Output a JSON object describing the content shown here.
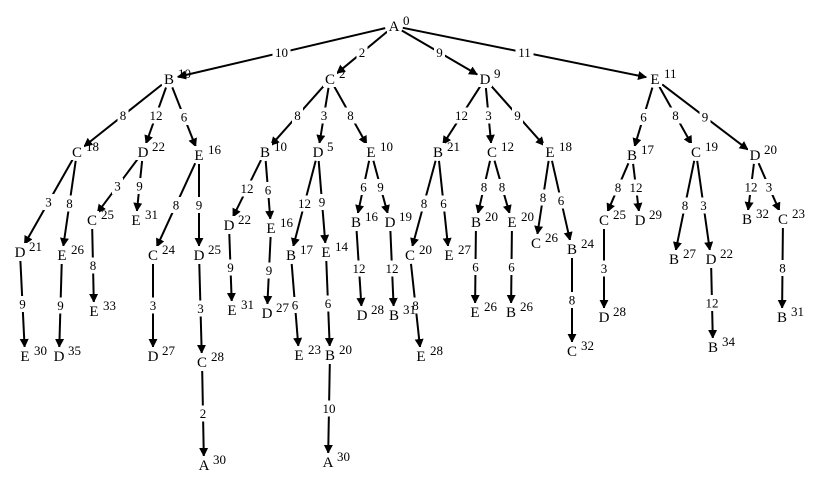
{
  "tree": {
    "nodes": [
      {
        "id": "n0",
        "city": "A",
        "cost": "0"
      },
      {
        "id": "n1",
        "city": "B",
        "cost": "10"
      },
      {
        "id": "n2",
        "city": "C",
        "cost": "2"
      },
      {
        "id": "n3",
        "city": "D",
        "cost": "9"
      },
      {
        "id": "n4",
        "city": "E",
        "cost": "11"
      },
      {
        "id": "n5",
        "city": "C",
        "cost": "18"
      },
      {
        "id": "n6",
        "city": "D",
        "cost": "22"
      },
      {
        "id": "n7",
        "city": "E",
        "cost": "16"
      },
      {
        "id": "n8",
        "city": "B",
        "cost": "10"
      },
      {
        "id": "n9",
        "city": "D",
        "cost": "5"
      },
      {
        "id": "n10",
        "city": "E",
        "cost": "10"
      },
      {
        "id": "n11",
        "city": "B",
        "cost": "21"
      },
      {
        "id": "n12",
        "city": "C",
        "cost": "12"
      },
      {
        "id": "n13",
        "city": "E",
        "cost": "18"
      },
      {
        "id": "n14",
        "city": "B",
        "cost": "17"
      },
      {
        "id": "n15",
        "city": "C",
        "cost": "19"
      },
      {
        "id": "n16",
        "city": "D",
        "cost": "20"
      },
      {
        "id": "n17",
        "city": "D",
        "cost": "21"
      },
      {
        "id": "n18",
        "city": "E",
        "cost": "26"
      },
      {
        "id": "n19",
        "city": "C",
        "cost": "25"
      },
      {
        "id": "n20",
        "city": "E",
        "cost": "31"
      },
      {
        "id": "n21",
        "city": "C",
        "cost": "24"
      },
      {
        "id": "n22",
        "city": "D",
        "cost": "25"
      },
      {
        "id": "n23",
        "city": "D",
        "cost": "22"
      },
      {
        "id": "n24",
        "city": "E",
        "cost": "16"
      },
      {
        "id": "n25",
        "city": "B",
        "cost": "17"
      },
      {
        "id": "n26",
        "city": "E",
        "cost": "14"
      },
      {
        "id": "n27",
        "city": "B",
        "cost": "16"
      },
      {
        "id": "n28",
        "city": "D",
        "cost": "19"
      },
      {
        "id": "n29",
        "city": "C",
        "cost": "20"
      },
      {
        "id": "n30",
        "city": "E",
        "cost": "27"
      },
      {
        "id": "n31",
        "city": "B",
        "cost": "20"
      },
      {
        "id": "n32",
        "city": "E",
        "cost": "20"
      },
      {
        "id": "n33",
        "city": "C",
        "cost": "26"
      },
      {
        "id": "n34",
        "city": "B",
        "cost": "24"
      },
      {
        "id": "n35",
        "city": "C",
        "cost": "25"
      },
      {
        "id": "n36",
        "city": "D",
        "cost": "29"
      },
      {
        "id": "n37",
        "city": "B",
        "cost": "27"
      },
      {
        "id": "n38",
        "city": "D",
        "cost": "22"
      },
      {
        "id": "n39",
        "city": "B",
        "cost": "32"
      },
      {
        "id": "n40",
        "city": "C",
        "cost": "23"
      },
      {
        "id": "n41",
        "city": "E",
        "cost": "30"
      },
      {
        "id": "n42",
        "city": "D",
        "cost": "35"
      },
      {
        "id": "n43",
        "city": "E",
        "cost": "33"
      },
      {
        "id": "n44",
        "city": "D",
        "cost": "27"
      },
      {
        "id": "n45",
        "city": "C",
        "cost": "28"
      },
      {
        "id": "n46",
        "city": "E",
        "cost": "31"
      },
      {
        "id": "n47",
        "city": "D",
        "cost": "27"
      },
      {
        "id": "n48",
        "city": "E",
        "cost": "23"
      },
      {
        "id": "n49",
        "city": "B",
        "cost": "20"
      },
      {
        "id": "n50",
        "city": "D",
        "cost": "28"
      },
      {
        "id": "n51",
        "city": "B",
        "cost": "31"
      },
      {
        "id": "n52",
        "city": "E",
        "cost": "28"
      },
      {
        "id": "n53",
        "city": "E",
        "cost": "26"
      },
      {
        "id": "n54",
        "city": "B",
        "cost": "26"
      },
      {
        "id": "n55",
        "city": "C",
        "cost": "32"
      },
      {
        "id": "n56",
        "city": "D",
        "cost": "28"
      },
      {
        "id": "n57",
        "city": "B",
        "cost": "34"
      },
      {
        "id": "n58",
        "city": "B",
        "cost": "31"
      },
      {
        "id": "n59",
        "city": "A",
        "cost": "30"
      },
      {
        "id": "n60",
        "city": "A",
        "cost": "30"
      }
    ],
    "edges": [
      {
        "from": "n0",
        "to": "n1",
        "weight": "10"
      },
      {
        "from": "n0",
        "to": "n2",
        "weight": "2"
      },
      {
        "from": "n0",
        "to": "n3",
        "weight": "9"
      },
      {
        "from": "n0",
        "to": "n4",
        "weight": "11"
      },
      {
        "from": "n1",
        "to": "n5",
        "weight": "8"
      },
      {
        "from": "n1",
        "to": "n6",
        "weight": "12"
      },
      {
        "from": "n1",
        "to": "n7",
        "weight": "6"
      },
      {
        "from": "n2",
        "to": "n8",
        "weight": "8"
      },
      {
        "from": "n2",
        "to": "n9",
        "weight": "3"
      },
      {
        "from": "n2",
        "to": "n10",
        "weight": "8"
      },
      {
        "from": "n3",
        "to": "n11",
        "weight": "12"
      },
      {
        "from": "n3",
        "to": "n12",
        "weight": "3"
      },
      {
        "from": "n3",
        "to": "n13",
        "weight": "9"
      },
      {
        "from": "n4",
        "to": "n14",
        "weight": "6"
      },
      {
        "from": "n4",
        "to": "n15",
        "weight": "8"
      },
      {
        "from": "n4",
        "to": "n16",
        "weight": "9"
      },
      {
        "from": "n5",
        "to": "n17",
        "weight": "3"
      },
      {
        "from": "n5",
        "to": "n18",
        "weight": "8"
      },
      {
        "from": "n6",
        "to": "n19",
        "weight": "3"
      },
      {
        "from": "n6",
        "to": "n20",
        "weight": "9"
      },
      {
        "from": "n7",
        "to": "n21",
        "weight": "8"
      },
      {
        "from": "n7",
        "to": "n22",
        "weight": "9"
      },
      {
        "from": "n8",
        "to": "n23",
        "weight": "12"
      },
      {
        "from": "n8",
        "to": "n24",
        "weight": "6"
      },
      {
        "from": "n9",
        "to": "n25",
        "weight": "12"
      },
      {
        "from": "n9",
        "to": "n26",
        "weight": "9"
      },
      {
        "from": "n10",
        "to": "n27",
        "weight": "6"
      },
      {
        "from": "n10",
        "to": "n28",
        "weight": "9"
      },
      {
        "from": "n11",
        "to": "n29",
        "weight": "8"
      },
      {
        "from": "n11",
        "to": "n30",
        "weight": "6"
      },
      {
        "from": "n12",
        "to": "n31",
        "weight": "8"
      },
      {
        "from": "n12",
        "to": "n32",
        "weight": "8"
      },
      {
        "from": "n13",
        "to": "n33",
        "weight": "8"
      },
      {
        "from": "n13",
        "to": "n34",
        "weight": "6"
      },
      {
        "from": "n14",
        "to": "n35",
        "weight": "8"
      },
      {
        "from": "n14",
        "to": "n36",
        "weight": "12"
      },
      {
        "from": "n15",
        "to": "n37",
        "weight": "8"
      },
      {
        "from": "n15",
        "to": "n38",
        "weight": "3"
      },
      {
        "from": "n16",
        "to": "n39",
        "weight": "12"
      },
      {
        "from": "n16",
        "to": "n40",
        "weight": "3"
      },
      {
        "from": "n17",
        "to": "n41",
        "weight": "9"
      },
      {
        "from": "n18",
        "to": "n42",
        "weight": "9"
      },
      {
        "from": "n19",
        "to": "n43",
        "weight": "8"
      },
      {
        "from": "n21",
        "to": "n44",
        "weight": "3"
      },
      {
        "from": "n22",
        "to": "n45",
        "weight": "3"
      },
      {
        "from": "n23",
        "to": "n46",
        "weight": "9"
      },
      {
        "from": "n24",
        "to": "n47",
        "weight": "9"
      },
      {
        "from": "n25",
        "to": "n48",
        "weight": "6"
      },
      {
        "from": "n26",
        "to": "n49",
        "weight": "6"
      },
      {
        "from": "n27",
        "to": "n50",
        "weight": "12"
      },
      {
        "from": "n28",
        "to": "n51",
        "weight": "12"
      },
      {
        "from": "n29",
        "to": "n52",
        "weight": "8"
      },
      {
        "from": "n31",
        "to": "n53",
        "weight": "6"
      },
      {
        "from": "n32",
        "to": "n54",
        "weight": "6"
      },
      {
        "from": "n34",
        "to": "n55",
        "weight": "8"
      },
      {
        "from": "n35",
        "to": "n56",
        "weight": "3"
      },
      {
        "from": "n38",
        "to": "n57",
        "weight": "12"
      },
      {
        "from": "n40",
        "to": "n58",
        "weight": "8"
      },
      {
        "from": "n45",
        "to": "n59",
        "weight": "2"
      },
      {
        "from": "n49",
        "to": "n60",
        "weight": "10"
      }
    ]
  }
}
